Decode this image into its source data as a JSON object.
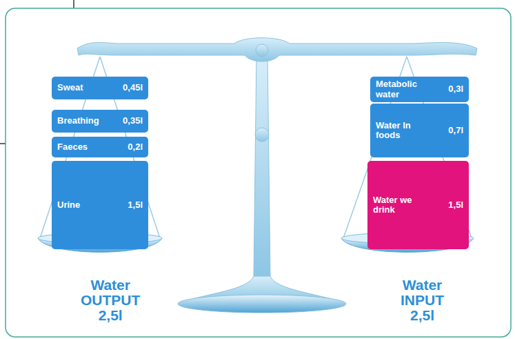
{
  "diagram": {
    "nodes": [
      {
        "text": [
          "Sweat",
          "0,45l"
        ]
      },
      {
        "text": [
          "Breathing",
          "0,35l"
        ]
      },
      {
        "text": [
          "Faeces",
          "0,2l"
        ]
      },
      {
        "text": [
          "Urine",
          "1,5l"
        ]
      },
      {
        "text": [
          "Metabolic water",
          "0,3l"
        ]
      },
      {
        "text": [
          "Water In foods",
          "0,7l"
        ]
      },
      {
        "text": [
          "Water we drink",
          "1,5l"
        ]
      }
    ],
    "labels": [
      "Water OUTPUT 2,5l",
      "Water INPUT 2,5l"
    ]
  }
}
